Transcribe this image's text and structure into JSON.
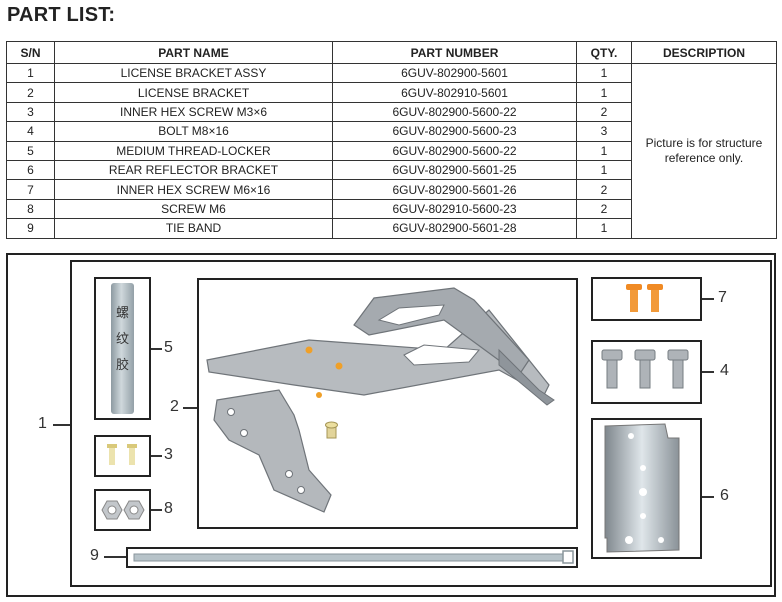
{
  "title": "PART LIST:",
  "table": {
    "headers": [
      "S/N",
      "PART NAME",
      "PART NUMBER",
      "QTY.",
      "DESCRIPTION"
    ],
    "rows": [
      {
        "sn": "1",
        "name": "LICENSE BRACKET ASSY",
        "number": "6GUV-802900-5601",
        "qty": "1"
      },
      {
        "sn": "2",
        "name": "LICENSE BRACKET",
        "number": "6GUV-802910-5601",
        "qty": "1"
      },
      {
        "sn": "3",
        "name": "INNER HEX SCREW M3×6",
        "number": "6GUV-802900-5600-22",
        "qty": "2"
      },
      {
        "sn": "4",
        "name": "BOLT M8×16",
        "number": "6GUV-802900-5600-23",
        "qty": "3"
      },
      {
        "sn": "5",
        "name": "MEDIUM THREAD-LOCKER",
        "number": "6GUV-802900-5600-22",
        "qty": "1"
      },
      {
        "sn": "6",
        "name": "REAR REFLECTOR BRACKET",
        "number": "6GUV-802900-5601-25",
        "qty": "1"
      },
      {
        "sn": "7",
        "name": "INNER HEX SCREW  M6×16",
        "number": "6GUV-802900-5601-26",
        "qty": "2"
      },
      {
        "sn": "8",
        "name": "SCREW M6",
        "number": "6GUV-802910-5600-23",
        "qty": "2"
      },
      {
        "sn": "9",
        "name": "TIE BAND",
        "number": "6GUV-802900-5601-28",
        "qty": "1"
      }
    ],
    "description": "Picture is for structure reference only."
  },
  "diagram": {
    "labels": {
      "l1": "1",
      "l2": "2",
      "l3": "3",
      "l4": "4",
      "l5": "5",
      "l6": "6",
      "l7": "7",
      "l8": "8",
      "l9": "9"
    },
    "tube_text": "螺纹胶"
  },
  "colors": {
    "metal": "#a9aeb3",
    "metal_dark": "#7e848a",
    "orange": "#f08a24",
    "brass": "#e8dca0",
    "tube": "#b7c3c9"
  }
}
